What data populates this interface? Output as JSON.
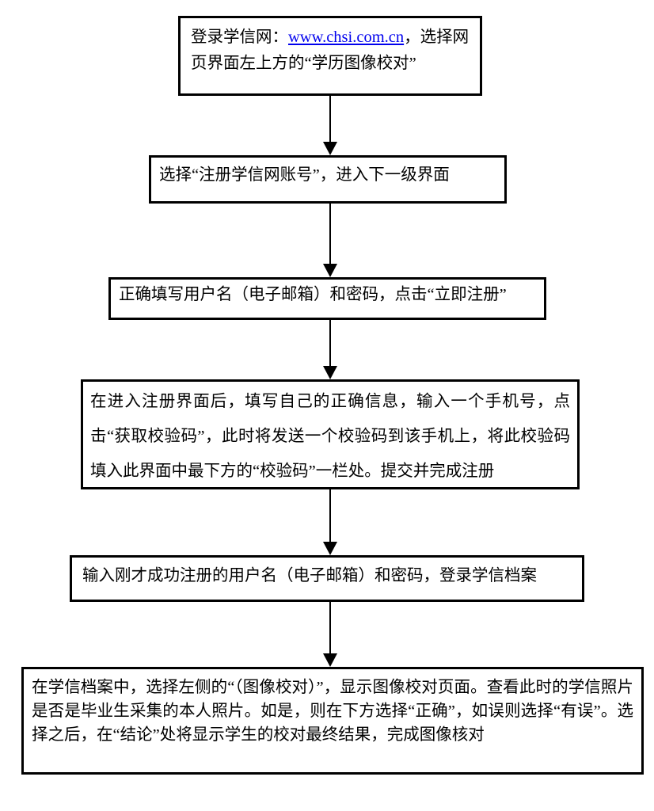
{
  "colors": {
    "background": "#ffffff",
    "text": "#000000",
    "box_border": "#000000",
    "link": "#0000ee",
    "arrow": "#000000"
  },
  "flowchart": {
    "steps": [
      {
        "text_prefix": "登录学信网：",
        "link": "www.chsi.com.cn",
        "text_suffix": "，选择网页界面左上方的“学历图像校对”"
      },
      {
        "text": "选择“注册学信网账号”，进入下一级界面"
      },
      {
        "text": "正确填写用户名（电子邮箱）和密码，点击“立即注册”"
      },
      {
        "text": "在进入注册界面后，填写自己的正确信息，输入一个手机号，点击“获取校验码”，此时将发送一个校验码到该手机上，将此校验码填入此界面中最下方的“校验码”一栏处。提交并完成注册"
      },
      {
        "text": "输入刚才成功注册的用户名（电子邮箱）和密码，登录学信档案"
      },
      {
        "text": "在学信档案中，选择左侧的“（图像校对）”，显示图像校对页面。查看此时的学信照片是否是毕业生采集的本人照片。如是，则在下方选择“正确”，如误则选择“有误”。选择之后，在“结论”处将显示学生的校对最终结果，完成图像核对"
      }
    ]
  }
}
